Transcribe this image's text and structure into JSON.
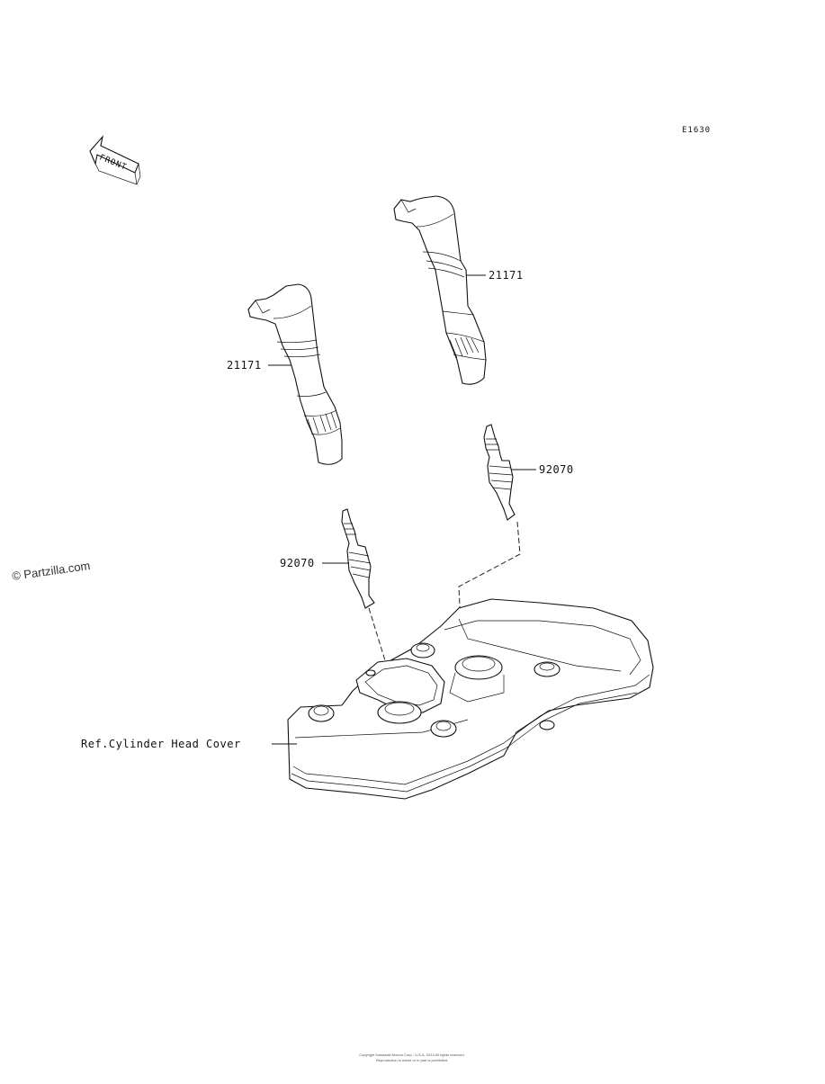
{
  "diagram": {
    "code": "E1630",
    "front_label": "FRONT",
    "watermark": "© Partzilla.com",
    "callouts": {
      "coil_right": "21171",
      "coil_left": "21171",
      "plug_right": "92070",
      "plug_left": "92070",
      "cover_ref": "Ref.Cylinder Head Cover"
    },
    "footer": {
      "line1": "Copyright Kawasaki Motors Corp., U.S.A. 2014 All rights reserved.",
      "line2": "Reproduction in whole or in part is prohibited."
    }
  }
}
